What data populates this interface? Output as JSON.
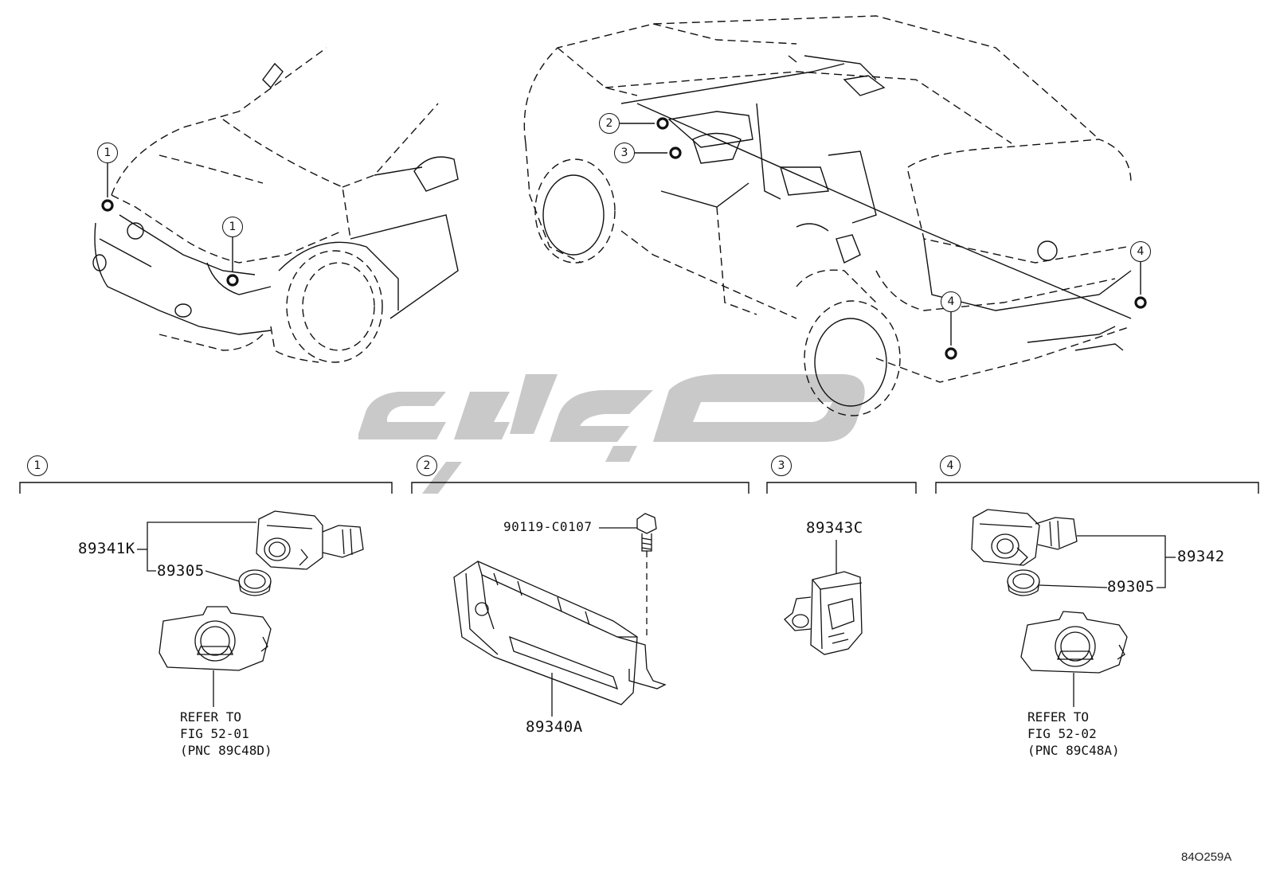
{
  "diagram": {
    "drawing_number": "84O259A",
    "watermark_color": "#c9c9c9",
    "line_color": "#111111",
    "location_markers": [
      "1",
      "1",
      "2",
      "3",
      "4",
      "4"
    ],
    "sections": [
      {
        "number": "1",
        "parts": [
          "89341K",
          "89305"
        ],
        "note": "REFER TO\nFIG 52-01\n(PNC 89C48D)"
      },
      {
        "number": "2",
        "parts": [
          "90119-C0107",
          "89340A"
        ]
      },
      {
        "number": "3",
        "parts": [
          "89343C"
        ]
      },
      {
        "number": "4",
        "parts": [
          "89342",
          "89305"
        ],
        "note": "REFER TO\nFIG 52-02\n(PNC 89C48A)"
      }
    ]
  }
}
